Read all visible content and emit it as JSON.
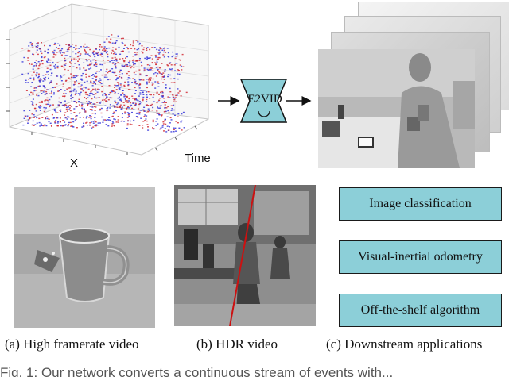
{
  "figure": {
    "event_plot": {
      "x_axis_label": "X",
      "time_axis_label": "Time"
    },
    "network": {
      "label": "E2VID"
    },
    "panels": [
      {
        "caption": "(a) High framerate video"
      },
      {
        "caption": "(b) HDR video"
      },
      {
        "caption": "(c) Downstream applications"
      }
    ],
    "applications": [
      {
        "label": "Image classification"
      },
      {
        "label": "Visual-inertial odometry"
      },
      {
        "label": "Off-the-shelf algorithm"
      }
    ],
    "colors": {
      "positive_events": "#d0202a",
      "negative_events": "#2a2ad8",
      "app_box_fill": "#8ccfd8",
      "network_fill": "#8ccfd8",
      "hdr_split_line": "#cc1111"
    },
    "caption_text": "Fig. 1: Our network converts a continuous stream of events with..."
  }
}
